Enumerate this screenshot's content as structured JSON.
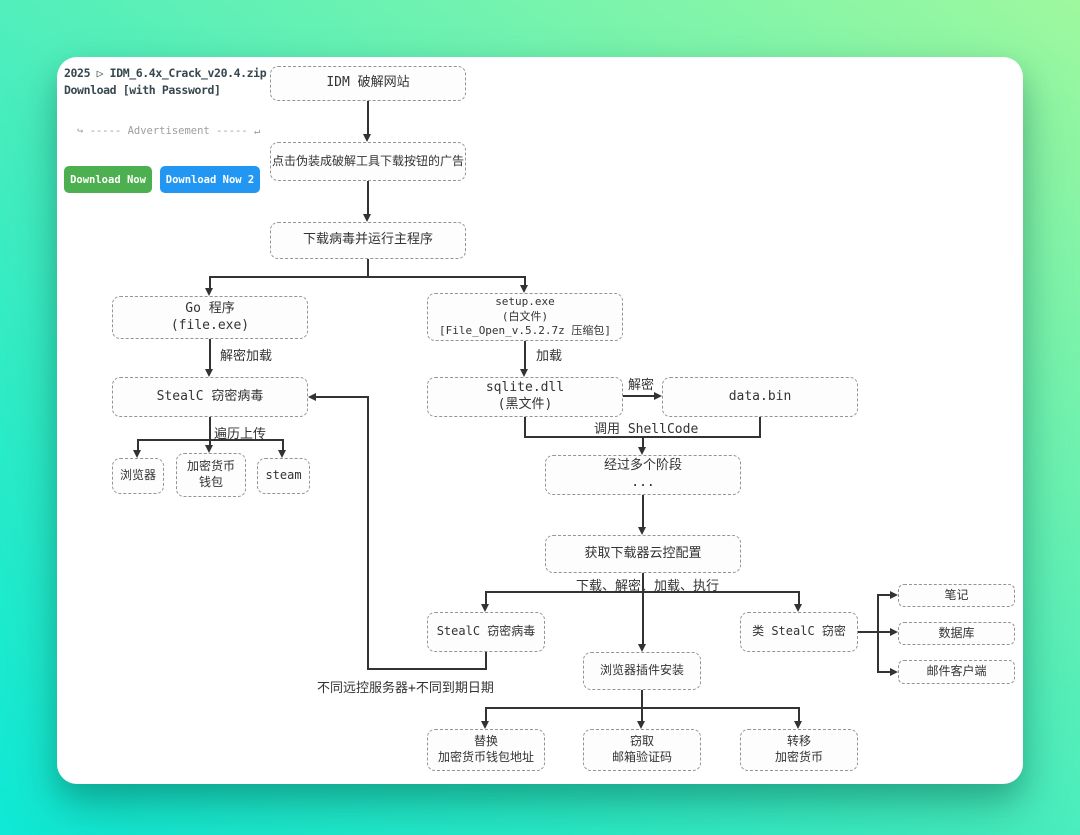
{
  "colors": {
    "bg_gradient_start": "#9ef89e",
    "bg_gradient_end": "#0fe9d6",
    "card_bg": "#ffffff",
    "button_green": "#4caf50",
    "button_blue": "#2196f3",
    "node_border": "#949494",
    "line_color": "#333333"
  },
  "ad_panel": {
    "title_line1": "2025 ▷ IDM_6.4x_Crack_v20.4.zip",
    "title_line2": "Download [with Password]",
    "advertisement_label": "↪ ----- Advertisement ----- ↵",
    "download_button_1": "Download Now",
    "download_button_2": "Download Now 2"
  },
  "flowchart": {
    "nodes": {
      "idm_site": {
        "line1": "IDM 破解网站"
      },
      "click_ad": {
        "line1": "点击伪装成破解工具下载按钮的广告"
      },
      "run_main": {
        "line1": "下载病毒并运行主程序"
      },
      "go_program": {
        "line1": "Go 程序",
        "line2": "(file.exe)"
      },
      "setup_exe": {
        "line1": "setup.exe",
        "line2": "(白文件)",
        "line3": "[File_Open_v.5.2.7z 压缩包]"
      },
      "stealc_top": {
        "line1": "StealC 窃密病毒"
      },
      "sqlite_dll": {
        "line1": "sqlite.dll",
        "line2": "(黑文件)"
      },
      "data_bin": {
        "line1": "data.bin"
      },
      "browser": {
        "line1": "浏览器"
      },
      "crypto_wallet": {
        "line1": "加密货币",
        "line2": "钱包"
      },
      "steam": {
        "line1": "steam"
      },
      "stages": {
        "line1": "经过多个阶段",
        "line2": "..."
      },
      "cloud_config": {
        "line1": "获取下载器云控配置"
      },
      "stealc_bottom": {
        "line1": "StealC 窃密病毒"
      },
      "plugin_install": {
        "line1": "浏览器插件安装"
      },
      "stealc_like": {
        "line1": "类 StealC 窃密"
      },
      "notes": {
        "line1": "笔记"
      },
      "database": {
        "line1": "数据库"
      },
      "email_client": {
        "line1": "邮件客户端"
      },
      "replace_wallet": {
        "line1": "替换",
        "line2": "加密货币钱包地址"
      },
      "steal_code": {
        "line1": "窃取",
        "line2": "邮箱验证码"
      },
      "transfer_crypto": {
        "line1": "转移",
        "line2": "加密货币"
      }
    },
    "edge_labels": {
      "decrypt_load": "解密加载",
      "load": "加载",
      "decrypt": "解密",
      "call_shellcode": "调用 ShellCode",
      "traverse_upload": "遍历上传",
      "download_decrypt_load_exec": "下载、解密、加载、执行",
      "different_c2": "不同远控服务器+不同到期日期"
    }
  }
}
